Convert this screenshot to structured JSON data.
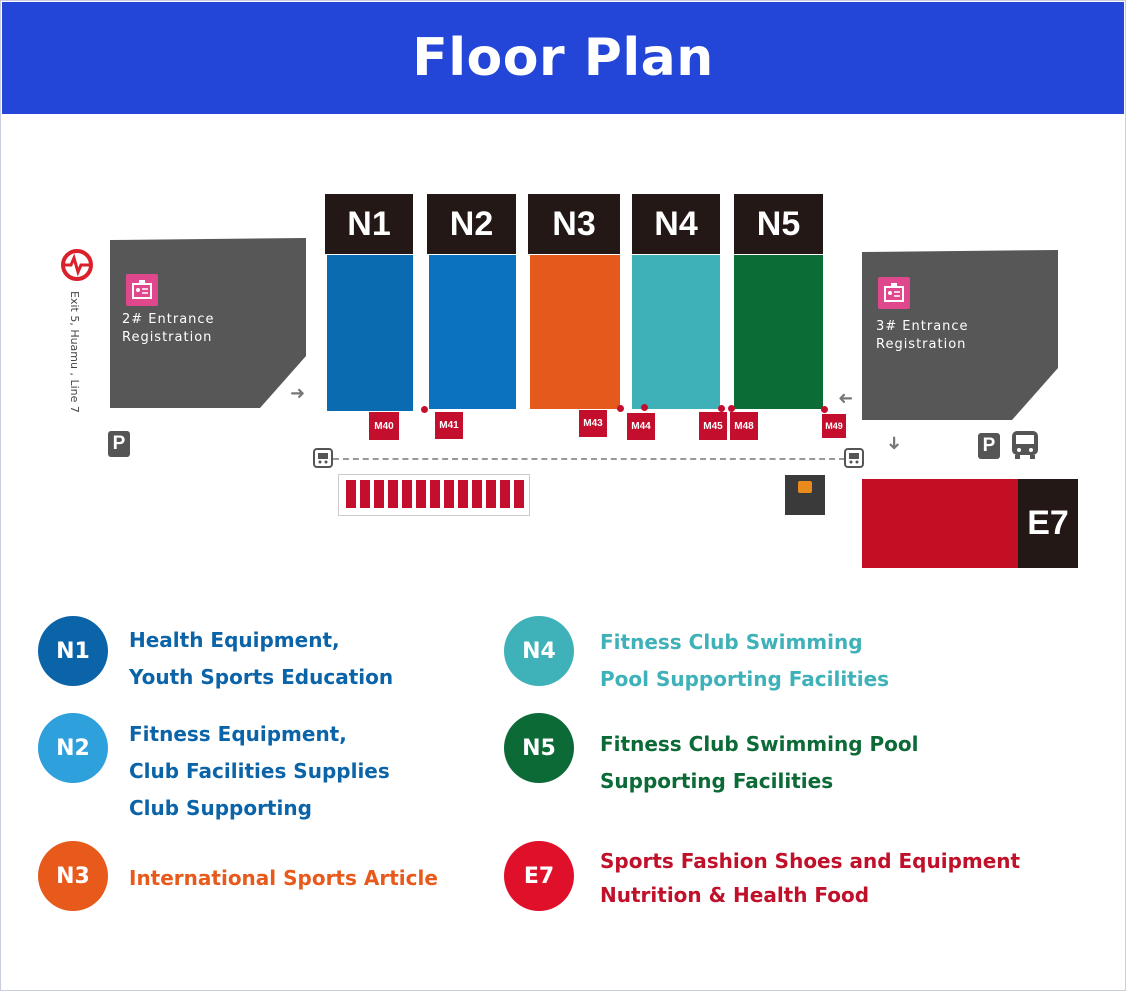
{
  "title": "Floor Plan",
  "halls": [
    {
      "id": "N1",
      "color": "#0b6bb0"
    },
    {
      "id": "N2",
      "color": "#0a72bf"
    },
    {
      "id": "N3",
      "color": "#e6591c"
    },
    {
      "id": "N4",
      "color": "#3db1b7"
    },
    {
      "id": "N5",
      "color": "#0b6c36"
    }
  ],
  "e7": {
    "label": "E7",
    "color": "#c40e24"
  },
  "entrance_left": {
    "line1": "2# Entrance",
    "line2": "Registration"
  },
  "entrance_right": {
    "line1": "3# Entrance",
    "line2": "Registration"
  },
  "metro_label": "Exit 5, Huamu , Line 7",
  "parking_label": "P",
  "meeting_rooms": [
    "M40",
    "M41",
    "M43",
    "M44",
    "M45",
    "M48",
    "M49"
  ],
  "legend": [
    {
      "id": "N1",
      "circle_color": "#0b63a8",
      "text_color": "#0b63a8",
      "lines": [
        "Health Equipment,",
        "Youth Sports Education"
      ]
    },
    {
      "id": "N2",
      "circle_color": "#2ea0dc",
      "text_color": "#0b63a8",
      "lines": [
        "Fitness Equipment,",
        "Club Facilities Supplies",
        "Club Supporting"
      ]
    },
    {
      "id": "N3",
      "circle_color": "#e85a1c",
      "text_color": "#e85a1c",
      "lines": [
        "International Sports Article"
      ]
    },
    {
      "id": "N4",
      "circle_color": "#3fb1b8",
      "text_color": "#3fb1b8",
      "lines": [
        "Fitness Club Swimming",
        "Pool Supporting Facilities"
      ]
    },
    {
      "id": "N5",
      "circle_color": "#0b6a36",
      "text_color": "#0b6a36",
      "lines": [
        "Fitness Club Swimming Pool",
        "Supporting Facilities"
      ]
    },
    {
      "id": "E7",
      "circle_color": "#e0102a",
      "text_color": "#c0102a",
      "lines": [
        "Sports Fashion Shoes and Equipment",
        "Nutrition & Health Food"
      ]
    }
  ]
}
